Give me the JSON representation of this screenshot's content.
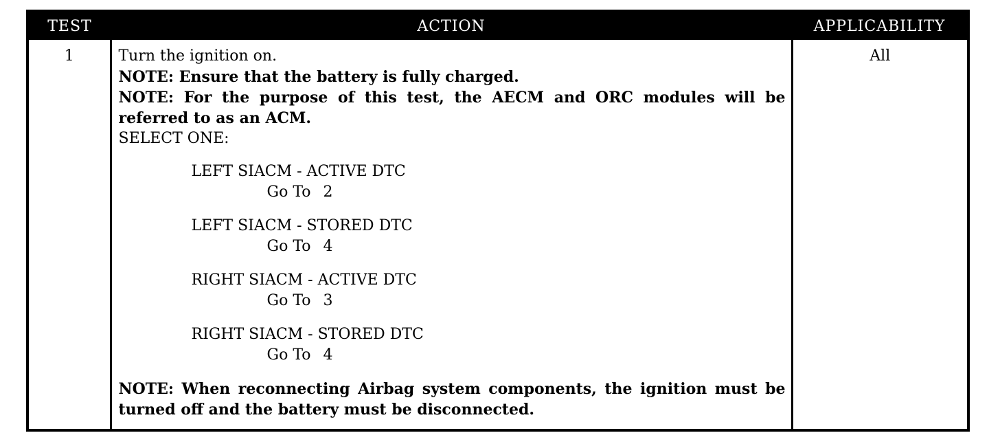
{
  "header": {
    "test": "TEST",
    "action": "ACTION",
    "applicability": "APPLICABILITY"
  },
  "row": {
    "test_number": "1",
    "applicability": "All",
    "intro": "Turn the ignition on.",
    "note1": "NOTE: Ensure that the battery is fully charged.",
    "note2": "NOTE: For the purpose of this test, the AECM and ORC modules will be referred to as an ACM.",
    "select_label": "SELECT ONE:",
    "goto_label": "Go To",
    "options": [
      {
        "label": "LEFT SIACM - ACTIVE DTC",
        "goto": "2"
      },
      {
        "label": "LEFT SIACM - STORED DTC",
        "goto": "4"
      },
      {
        "label": "RIGHT SIACM - ACTIVE DTC",
        "goto": "3"
      },
      {
        "label": "RIGHT SIACM - STORED DTC",
        "goto": "4"
      }
    ],
    "note3": "NOTE: When reconnecting Airbag system components, the ignition must be turned off and the battery must be disconnected."
  }
}
